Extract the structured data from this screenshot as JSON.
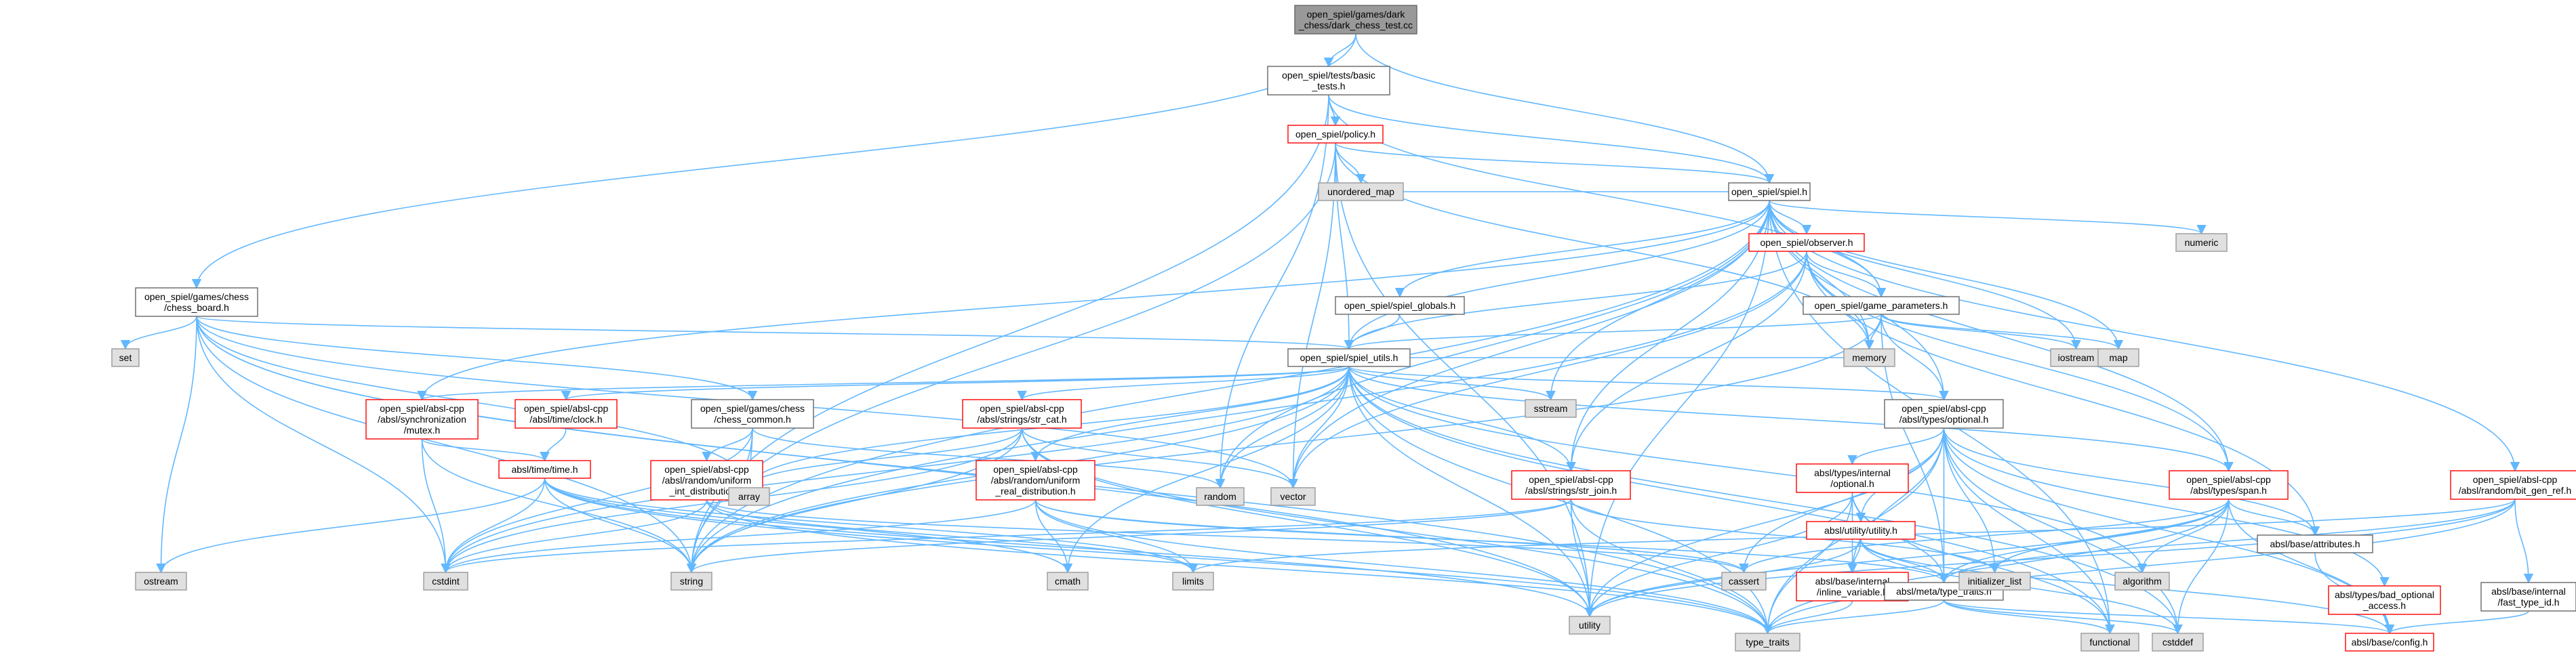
{
  "colors": {
    "edge": "#63b8ff",
    "root_fill": "#999999",
    "root_border": "#666666",
    "white_fill": "#ffffff",
    "white_border": "#666666",
    "red_border": "#ff0000",
    "gray_fill": "#e0e0e0",
    "gray_border": "#999999"
  },
  "nodes": [
    {
      "id": "root",
      "style": "root",
      "lines": [
        "open_spiel/games/dark",
        "_chess/dark_chess_test.cc"
      ]
    },
    {
      "id": "basic_tests",
      "style": "white",
      "lines": [
        "open_spiel/tests/basic",
        "_tests.h"
      ]
    },
    {
      "id": "policy",
      "style": "red",
      "lines": [
        "open_spiel/policy.h"
      ]
    },
    {
      "id": "spiel",
      "style": "white",
      "lines": [
        "open_spiel/spiel.h"
      ]
    },
    {
      "id": "chess_board",
      "style": "white",
      "lines": [
        "open_spiel/games/chess",
        "/chess_board.h"
      ]
    },
    {
      "id": "observer",
      "style": "red",
      "lines": [
        "open_spiel/observer.h"
      ]
    },
    {
      "id": "spiel_globals",
      "style": "white",
      "lines": [
        "open_spiel/spiel_globals.h"
      ]
    },
    {
      "id": "game_parameters",
      "style": "white",
      "lines": [
        "open_spiel/game_parameters.h"
      ]
    },
    {
      "id": "spiel_utils",
      "style": "white",
      "lines": [
        "open_spiel/spiel_utils.h"
      ]
    },
    {
      "id": "sync_mutex",
      "style": "red",
      "lines": [
        "open_spiel/absl-cpp",
        "/absl/synchronization",
        "/mutex.h"
      ]
    },
    {
      "id": "clock",
      "style": "red",
      "lines": [
        "open_spiel/absl-cpp",
        "/absl/time/clock.h"
      ]
    },
    {
      "id": "chess_common",
      "style": "white",
      "lines": [
        "open_spiel/games/chess",
        "/chess_common.h"
      ]
    },
    {
      "id": "str_cat",
      "style": "red",
      "lines": [
        "open_spiel/absl-cpp",
        "/absl/strings/str_cat.h"
      ]
    },
    {
      "id": "optional",
      "style": "white",
      "lines": [
        "open_spiel/absl-cpp",
        "/absl/types/optional.h"
      ]
    },
    {
      "id": "time",
      "style": "red",
      "lines": [
        "absl/time/time.h"
      ]
    },
    {
      "id": "uniform_int",
      "style": "red",
      "lines": [
        "open_spiel/absl-cpp",
        "/absl/random/uniform",
        "_int_distribution.h"
      ]
    },
    {
      "id": "uniform_real",
      "style": "red",
      "lines": [
        "open_spiel/absl-cpp",
        "/absl/random/uniform",
        "_real_distribution.h"
      ]
    },
    {
      "id": "str_join",
      "style": "red",
      "lines": [
        "open_spiel/absl-cpp",
        "/absl/strings/str_join.h"
      ]
    },
    {
      "id": "internal_optional",
      "style": "red",
      "lines": [
        "absl/types/internal",
        "/optional.h"
      ]
    },
    {
      "id": "span",
      "style": "red",
      "lines": [
        "open_spiel/absl-cpp",
        "/absl/types/span.h"
      ]
    },
    {
      "id": "bit_gen_ref",
      "style": "red",
      "lines": [
        "open_spiel/absl-cpp",
        "/absl/random/bit_gen_ref.h"
      ]
    },
    {
      "id": "utility_h",
      "style": "red",
      "lines": [
        "absl/utility/utility.h"
      ]
    },
    {
      "id": "attributes",
      "style": "white",
      "lines": [
        "absl/base/attributes.h"
      ]
    },
    {
      "id": "inline_variable",
      "style": "red",
      "lines": [
        "absl/base/internal",
        "/inline_variable.h"
      ]
    },
    {
      "id": "meta_type_traits",
      "style": "white",
      "lines": [
        "absl/meta/type_traits.h"
      ]
    },
    {
      "id": "bad_optional",
      "style": "red",
      "lines": [
        "absl/types/bad_optional",
        "_access.h"
      ]
    },
    {
      "id": "fast_type_id",
      "style": "white",
      "lines": [
        "absl/base/internal",
        "/fast_type_id.h"
      ]
    },
    {
      "id": "config",
      "style": "red",
      "lines": [
        "absl/base/config.h"
      ]
    },
    {
      "id": "unordered_map",
      "style": "gray",
      "lines": [
        "unordered_map"
      ]
    },
    {
      "id": "numeric",
      "style": "gray",
      "lines": [
        "numeric"
      ]
    },
    {
      "id": "memory",
      "style": "gray",
      "lines": [
        "memory"
      ]
    },
    {
      "id": "iostream",
      "style": "gray",
      "lines": [
        "iostream"
      ]
    },
    {
      "id": "map",
      "style": "gray",
      "lines": [
        "map"
      ]
    },
    {
      "id": "set",
      "style": "gray",
      "lines": [
        "set"
      ]
    },
    {
      "id": "sstream",
      "style": "gray",
      "lines": [
        "sstream"
      ]
    },
    {
      "id": "array",
      "style": "gray",
      "lines": [
        "array"
      ]
    },
    {
      "id": "random",
      "style": "gray",
      "lines": [
        "random"
      ]
    },
    {
      "id": "vector",
      "style": "gray",
      "lines": [
        "vector"
      ]
    },
    {
      "id": "ostream",
      "style": "gray",
      "lines": [
        "ostream"
      ]
    },
    {
      "id": "cstdint",
      "style": "gray",
      "lines": [
        "cstdint"
      ]
    },
    {
      "id": "string",
      "style": "gray",
      "lines": [
        "string"
      ]
    },
    {
      "id": "cmath",
      "style": "gray",
      "lines": [
        "cmath"
      ]
    },
    {
      "id": "limits",
      "style": "gray",
      "lines": [
        "limits"
      ]
    },
    {
      "id": "cassert",
      "style": "gray",
      "lines": [
        "cassert"
      ]
    },
    {
      "id": "initializer_list",
      "style": "gray",
      "lines": [
        "initializer_list"
      ]
    },
    {
      "id": "algorithm",
      "style": "gray",
      "lines": [
        "algorithm"
      ]
    },
    {
      "id": "utility",
      "style": "gray",
      "lines": [
        "utility"
      ]
    },
    {
      "id": "type_traits",
      "style": "gray",
      "lines": [
        "type_traits"
      ]
    },
    {
      "id": "functional",
      "style": "gray",
      "lines": [
        "functional"
      ]
    },
    {
      "id": "cstddef",
      "style": "gray",
      "lines": [
        "cstddef"
      ]
    }
  ],
  "edges": [
    [
      "root",
      "basic_tests"
    ],
    [
      "root",
      "chess_board"
    ],
    [
      "root",
      "spiel"
    ],
    [
      "basic_tests",
      "policy"
    ],
    [
      "basic_tests",
      "spiel"
    ],
    [
      "basic_tests",
      "random"
    ],
    [
      "basic_tests",
      "string"
    ],
    [
      "basic_tests",
      "game_parameters"
    ],
    [
      "policy",
      "spiel"
    ],
    [
      "policy",
      "spiel_utils"
    ],
    [
      "policy",
      "unordered_map"
    ],
    [
      "policy",
      "memory"
    ],
    [
      "policy",
      "vector"
    ],
    [
      "policy",
      "string"
    ],
    [
      "policy",
      "utility"
    ],
    [
      "spiel",
      "observer"
    ],
    [
      "spiel",
      "spiel_globals"
    ],
    [
      "spiel",
      "game_parameters"
    ],
    [
      "spiel",
      "spiel_utils"
    ],
    [
      "spiel",
      "unordered_map"
    ],
    [
      "spiel",
      "numeric"
    ],
    [
      "spiel",
      "memory"
    ],
    [
      "spiel",
      "iostream"
    ],
    [
      "spiel",
      "map"
    ],
    [
      "spiel",
      "sstream"
    ],
    [
      "spiel",
      "optional"
    ],
    [
      "spiel",
      "span"
    ],
    [
      "spiel",
      "str_join"
    ],
    [
      "spiel",
      "bit_gen_ref"
    ],
    [
      "spiel",
      "sync_mutex"
    ],
    [
      "spiel",
      "random"
    ],
    [
      "spiel",
      "vector"
    ],
    [
      "spiel",
      "string"
    ],
    [
      "spiel",
      "functional"
    ],
    [
      "spiel",
      "utility"
    ],
    [
      "chess_board",
      "spiel_utils"
    ],
    [
      "chess_board",
      "chess_common"
    ],
    [
      "chess_board",
      "set"
    ],
    [
      "chess_board",
      "array"
    ],
    [
      "chess_board",
      "ostream"
    ],
    [
      "chess_board",
      "cstdint"
    ],
    [
      "chess_board",
      "string"
    ],
    [
      "chess_board",
      "vector"
    ],
    [
      "chess_board",
      "type_traits"
    ],
    [
      "chess_board",
      "utility"
    ],
    [
      "observer",
      "game_parameters"
    ],
    [
      "observer",
      "spiel_utils"
    ],
    [
      "observer",
      "memory"
    ],
    [
      "observer",
      "span"
    ],
    [
      "observer",
      "attributes"
    ],
    [
      "observer",
      "str_join"
    ],
    [
      "observer",
      "vector"
    ],
    [
      "observer",
      "string"
    ],
    [
      "spiel_globals",
      "spiel_utils"
    ],
    [
      "game_parameters",
      "spiel_utils"
    ],
    [
      "game_parameters",
      "optional"
    ],
    [
      "game_parameters",
      "memory"
    ],
    [
      "game_parameters",
      "iostream"
    ],
    [
      "game_parameters",
      "map"
    ],
    [
      "game_parameters",
      "string"
    ],
    [
      "game_parameters",
      "meta_type_traits"
    ],
    [
      "spiel_utils",
      "optional"
    ],
    [
      "spiel_utils",
      "str_cat"
    ],
    [
      "spiel_utils",
      "clock"
    ],
    [
      "spiel_utils",
      "sync_mutex"
    ],
    [
      "spiel_utils",
      "uniform_real"
    ],
    [
      "spiel_utils",
      "str_join"
    ],
    [
      "spiel_utils",
      "span"
    ],
    [
      "spiel_utils",
      "sstream"
    ],
    [
      "spiel_utils",
      "array"
    ],
    [
      "spiel_utils",
      "random"
    ],
    [
      "spiel_utils",
      "vector"
    ],
    [
      "spiel_utils",
      "cstdint"
    ],
    [
      "spiel_utils",
      "string"
    ],
    [
      "spiel_utils",
      "cmath"
    ],
    [
      "spiel_utils",
      "utility"
    ],
    [
      "spiel_utils",
      "type_traits"
    ],
    [
      "spiel_utils",
      "functional"
    ],
    [
      "spiel_utils",
      "cstddef"
    ],
    [
      "spiel_utils",
      "algorithm"
    ],
    [
      "spiel_utils",
      "memory"
    ],
    [
      "sync_mutex",
      "time"
    ],
    [
      "sync_mutex",
      "cstdint"
    ],
    [
      "sync_mutex",
      "string"
    ],
    [
      "clock",
      "time"
    ],
    [
      "chess_common",
      "uniform_int"
    ],
    [
      "chess_common",
      "array"
    ],
    [
      "chess_common",
      "random"
    ],
    [
      "chess_common",
      "string"
    ],
    [
      "chess_common",
      "cstdint"
    ],
    [
      "str_cat",
      "array"
    ],
    [
      "str_cat",
      "cstdint"
    ],
    [
      "str_cat",
      "string"
    ],
    [
      "str_cat",
      "vector"
    ],
    [
      "str_cat",
      "type_traits"
    ],
    [
      "str_cat",
      "utility"
    ],
    [
      "optional",
      "internal_optional"
    ],
    [
      "optional",
      "utility_h"
    ],
    [
      "optional",
      "attributes"
    ],
    [
      "optional",
      "config"
    ],
    [
      "optional",
      "inline_variable"
    ],
    [
      "optional",
      "meta_type_traits"
    ],
    [
      "optional",
      "bad_optional"
    ],
    [
      "optional",
      "cassert"
    ],
    [
      "optional",
      "functional"
    ],
    [
      "optional",
      "initializer_list"
    ],
    [
      "optional",
      "type_traits"
    ],
    [
      "optional",
      "utility"
    ],
    [
      "optional",
      "cstddef"
    ],
    [
      "time",
      "ostream"
    ],
    [
      "time",
      "cstdint"
    ],
    [
      "time",
      "string"
    ],
    [
      "time",
      "cmath"
    ],
    [
      "time",
      "limits"
    ],
    [
      "time",
      "type_traits"
    ],
    [
      "time",
      "utility"
    ],
    [
      "uniform_int",
      "cassert"
    ],
    [
      "uniform_int",
      "limits"
    ],
    [
      "uniform_int",
      "type_traits"
    ],
    [
      "uniform_int",
      "cstdint"
    ],
    [
      "uniform_real",
      "cassert"
    ],
    [
      "uniform_real",
      "cmath"
    ],
    [
      "uniform_real",
      "cstdint"
    ],
    [
      "uniform_real",
      "limits"
    ],
    [
      "uniform_real",
      "type_traits"
    ],
    [
      "uniform_real",
      "meta_type_traits"
    ],
    [
      "str_join",
      "cstdint"
    ],
    [
      "str_join",
      "string"
    ],
    [
      "str_join",
      "utility"
    ],
    [
      "str_join",
      "initializer_list"
    ],
    [
      "str_join",
      "type_traits"
    ],
    [
      "internal_optional",
      "functional"
    ],
    [
      "internal_optional",
      "utility_h"
    ],
    [
      "internal_optional",
      "inline_variable"
    ],
    [
      "internal_optional",
      "meta_type_traits"
    ],
    [
      "internal_optional",
      "type_traits"
    ],
    [
      "internal_optional",
      "utility"
    ],
    [
      "span",
      "algorithm"
    ],
    [
      "span",
      "cassert"
    ],
    [
      "span",
      "cstddef"
    ],
    [
      "span",
      "initializer_list"
    ],
    [
      "span",
      "type_traits"
    ],
    [
      "span",
      "utility"
    ],
    [
      "span",
      "attributes"
    ],
    [
      "span",
      "meta_type_traits"
    ],
    [
      "span",
      "config"
    ],
    [
      "bit_gen_ref",
      "fast_type_id"
    ],
    [
      "bit_gen_ref",
      "limits"
    ],
    [
      "bit_gen_ref",
      "type_traits"
    ],
    [
      "bit_gen_ref",
      "utility"
    ],
    [
      "bit_gen_ref",
      "meta_type_traits"
    ],
    [
      "utility_h",
      "cstddef"
    ],
    [
      "utility_h",
      "tuple_none"
    ],
    [
      "utility_h",
      "utility"
    ],
    [
      "utility_h",
      "inline_variable"
    ],
    [
      "utility_h",
      "meta_type_traits"
    ],
    [
      "utility_h",
      "config"
    ],
    [
      "attributes",
      "config"
    ],
    [
      "inline_variable",
      "type_traits"
    ],
    [
      "meta_type_traits",
      "cstddef"
    ],
    [
      "meta_type_traits",
      "functional"
    ],
    [
      "meta_type_traits",
      "type_traits"
    ],
    [
      "meta_type_traits",
      "config"
    ],
    [
      "bad_optional",
      "config"
    ],
    [
      "fast_type_id",
      "config"
    ]
  ]
}
